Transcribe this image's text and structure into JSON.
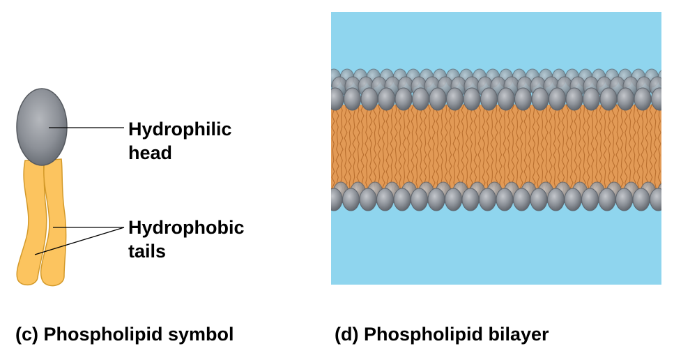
{
  "panel_c": {
    "head_label_line1": "Hydrophilic",
    "head_label_line2": "head",
    "tail_label_line1": "Hydrophobic",
    "tail_label_line2": "tails",
    "caption": "(c) Phospholipid symbol"
  },
  "panel_d": {
    "caption": "(d) Phospholipid bilayer"
  },
  "colors": {
    "water": "#8fd5ee",
    "head_gray": "#8a8f96",
    "head_dark": "#5f656d",
    "tail_orange": "#e29a56",
    "tail_dark": "#b96f2f",
    "symbol_tail": "#fcc45f",
    "symbol_tail_outline": "#d49a2a"
  }
}
